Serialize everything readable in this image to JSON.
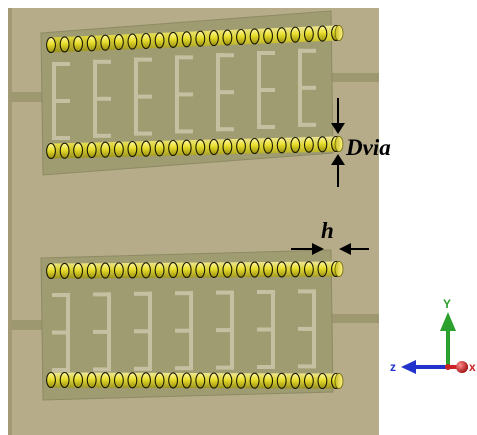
{
  "annotations": {
    "dvia": "Dvia",
    "h": "h"
  },
  "axes": {
    "y": "Y",
    "z": "z",
    "x": "x"
  },
  "colors": {
    "substrate": "#b6ac8a",
    "board": "#9f9c72",
    "slot": "#c6c0a2",
    "via": "#e7dd2a",
    "via_outline": "#1a1a00",
    "y_axis": "#2ca02c",
    "z_axis": "#2233cc",
    "x_axis": "#cc2222"
  },
  "structure": {
    "via_rows": 4,
    "vias_per_row": 22,
    "slot_elements_per_array": 7
  }
}
